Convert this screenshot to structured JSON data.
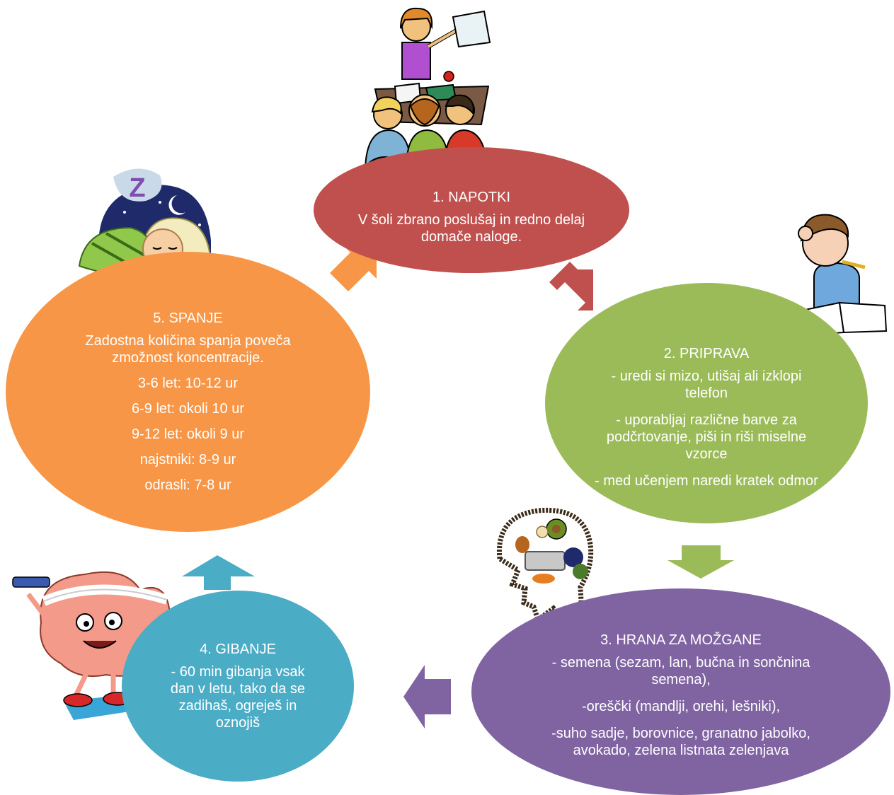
{
  "steps": [
    {
      "title": "1. NAPOTKI",
      "lines": [
        "V šoli zbrano poslušaj in redno delaj domače naloge."
      ],
      "color": "#c0504d"
    },
    {
      "title": "2. PRIPRAVA",
      "lines": [
        "- uredi si mizo, utišaj ali izklopi telefon",
        "- uporabljaj različne barve za podčrtovanje, piši in riši miselne vzorce",
        "- med učenjem naredi kratek odmor"
      ],
      "color": "#9bbb59"
    },
    {
      "title": "3. HRANA ZA MOŽGANE",
      "lines": [
        "- semena (sezam, lan, bučna in sončnina semena),",
        "-oreščki (mandlji, orehi, lešniki),",
        "-suho sadje, borovnice, granatno jabolko, avokado, zelena listnata zelenjava"
      ],
      "color": "#8064a2"
    },
    {
      "title": "4. GIBANJE",
      "lines": [
        "- 60 min gibanja vsak dan v letu, tako da se zadihaš, ogreješ in oznojiš"
      ],
      "color": "#4bacc6"
    },
    {
      "title": "5. SPANJE",
      "lines": [
        "Zadostna količina spanja poveča zmožnost koncentracije.",
        "3-6 let: 10-12 ur",
        "6-9 let: okoli 10 ur",
        "9-12 let: okoli 9 ur",
        "najstniki: 8-9 ur",
        "odrasli: 7-8 ur"
      ],
      "color": "#f79646"
    }
  ],
  "illustrations": [
    "teacher-class-illustration",
    "student-studying-illustration",
    "brain-food-illustration",
    "brain-exercise-illustration",
    "sleeping-child-illustration"
  ],
  "sleep_letter": "Z"
}
